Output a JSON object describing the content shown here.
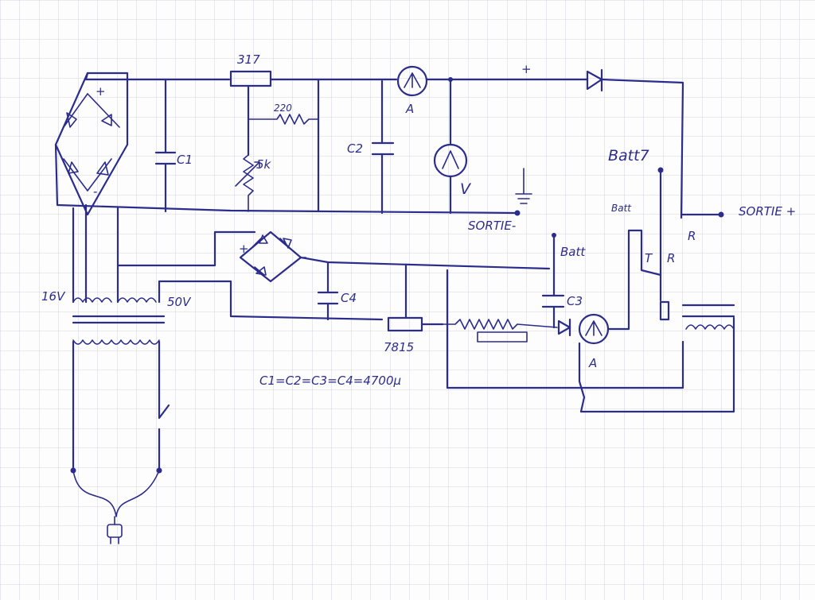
{
  "colors": {
    "ink": "#2b2c8c",
    "grid": "#c9c9d6",
    "paper": "#fdfdfd"
  },
  "labels": {
    "reg_317": "317",
    "res_220": "220",
    "pot_5k": "5k",
    "c1": "C1",
    "c2": "C2",
    "c3": "C3",
    "c4": "C4",
    "ammeter_top": "A",
    "ammeter_bottom": "A",
    "voltmeter": "V",
    "plus_bridge": "+",
    "minus_bridge": "-",
    "plus_top": "+",
    "minus_bridge2": "-",
    "plus_bridge2": "+",
    "sortie_minus": "SORTIE-",
    "sortie_plus": "SORTIE +",
    "batt7": "Batt7",
    "batt_plus": "Batt",
    "batt_minus": "Batt",
    "relay_r": "R",
    "relay_r2": "R",
    "relay_t": "T",
    "v16": "16V",
    "v50": "50V",
    "reg_7815": "7815",
    "equation": "C1=C2=C3=C4=4700µ"
  }
}
